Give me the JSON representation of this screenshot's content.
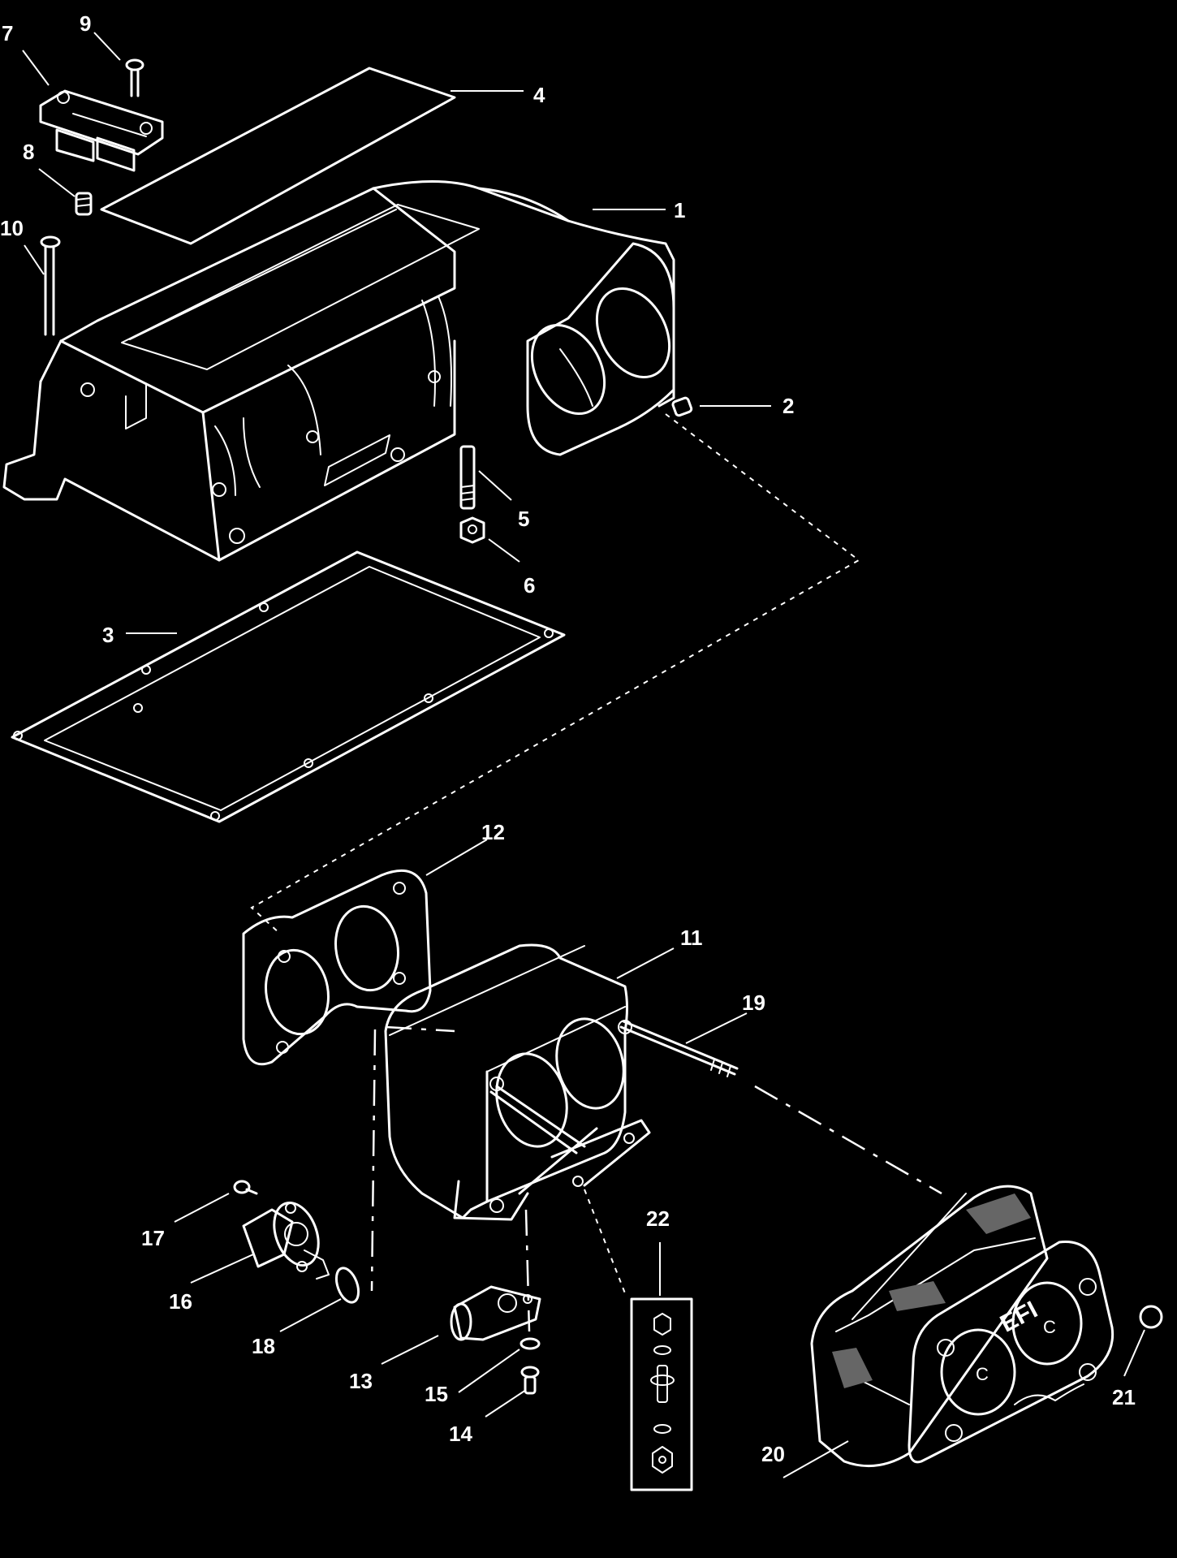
{
  "palette": {
    "background": "#000000",
    "line": "#ffffff"
  },
  "callouts": [
    "1",
    "2",
    "3",
    "4",
    "5",
    "6",
    "7",
    "8",
    "9",
    "10",
    "11",
    "12",
    "13",
    "14",
    "15",
    "16",
    "17",
    "18",
    "19",
    "20",
    "21",
    "22"
  ],
  "efi_marking": "EFI",
  "c_marking": "C"
}
